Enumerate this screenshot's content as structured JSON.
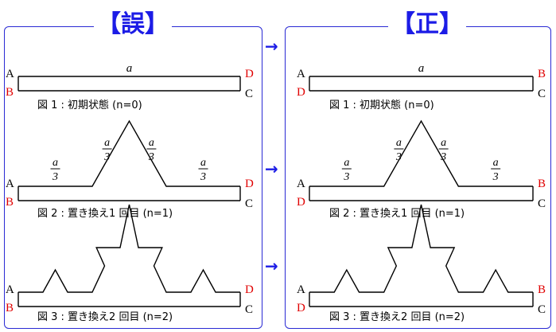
{
  "panels": [
    {
      "title": "【誤】",
      "figures": [
        {
          "caption": "図 1 : 初期状態 (n=0)",
          "top_right": "D",
          "bottom_right": "C",
          "top_left": "A",
          "bottom_left": "B"
        },
        {
          "caption": "図 2 : 置き換え1 回目 (n=1)",
          "top_right": "D",
          "bottom_right": "C",
          "top_left": "A",
          "bottom_left": "B"
        },
        {
          "caption": "図 3 : 置き換え2 回目 (n=2)",
          "top_right": "D",
          "bottom_right": "C",
          "top_left": "A",
          "bottom_left": "B"
        }
      ]
    },
    {
      "title": "【正】",
      "figures": [
        {
          "caption": "図 1 : 初期状態 (n=0)",
          "top_right": "B",
          "bottom_right": "C",
          "top_left": "A",
          "bottom_left": "D"
        },
        {
          "caption": "図 2 : 置き換え1 回目 (n=1)",
          "top_right": "B",
          "bottom_right": "C",
          "top_left": "A",
          "bottom_left": "D"
        },
        {
          "caption": "図 3 : 置き換え2 回目 (n=2)",
          "top_right": "B",
          "bottom_right": "C",
          "top_left": "A",
          "bottom_left": "D"
        }
      ]
    }
  ],
  "length_label": "a",
  "fraction": {
    "numerator": "a",
    "denominator": "3"
  },
  "arrow": "→",
  "colors": {
    "frame": "#2a2ad4",
    "title": "#1c1ce6",
    "wrong_label": "#e00000",
    "line": "#000000"
  }
}
